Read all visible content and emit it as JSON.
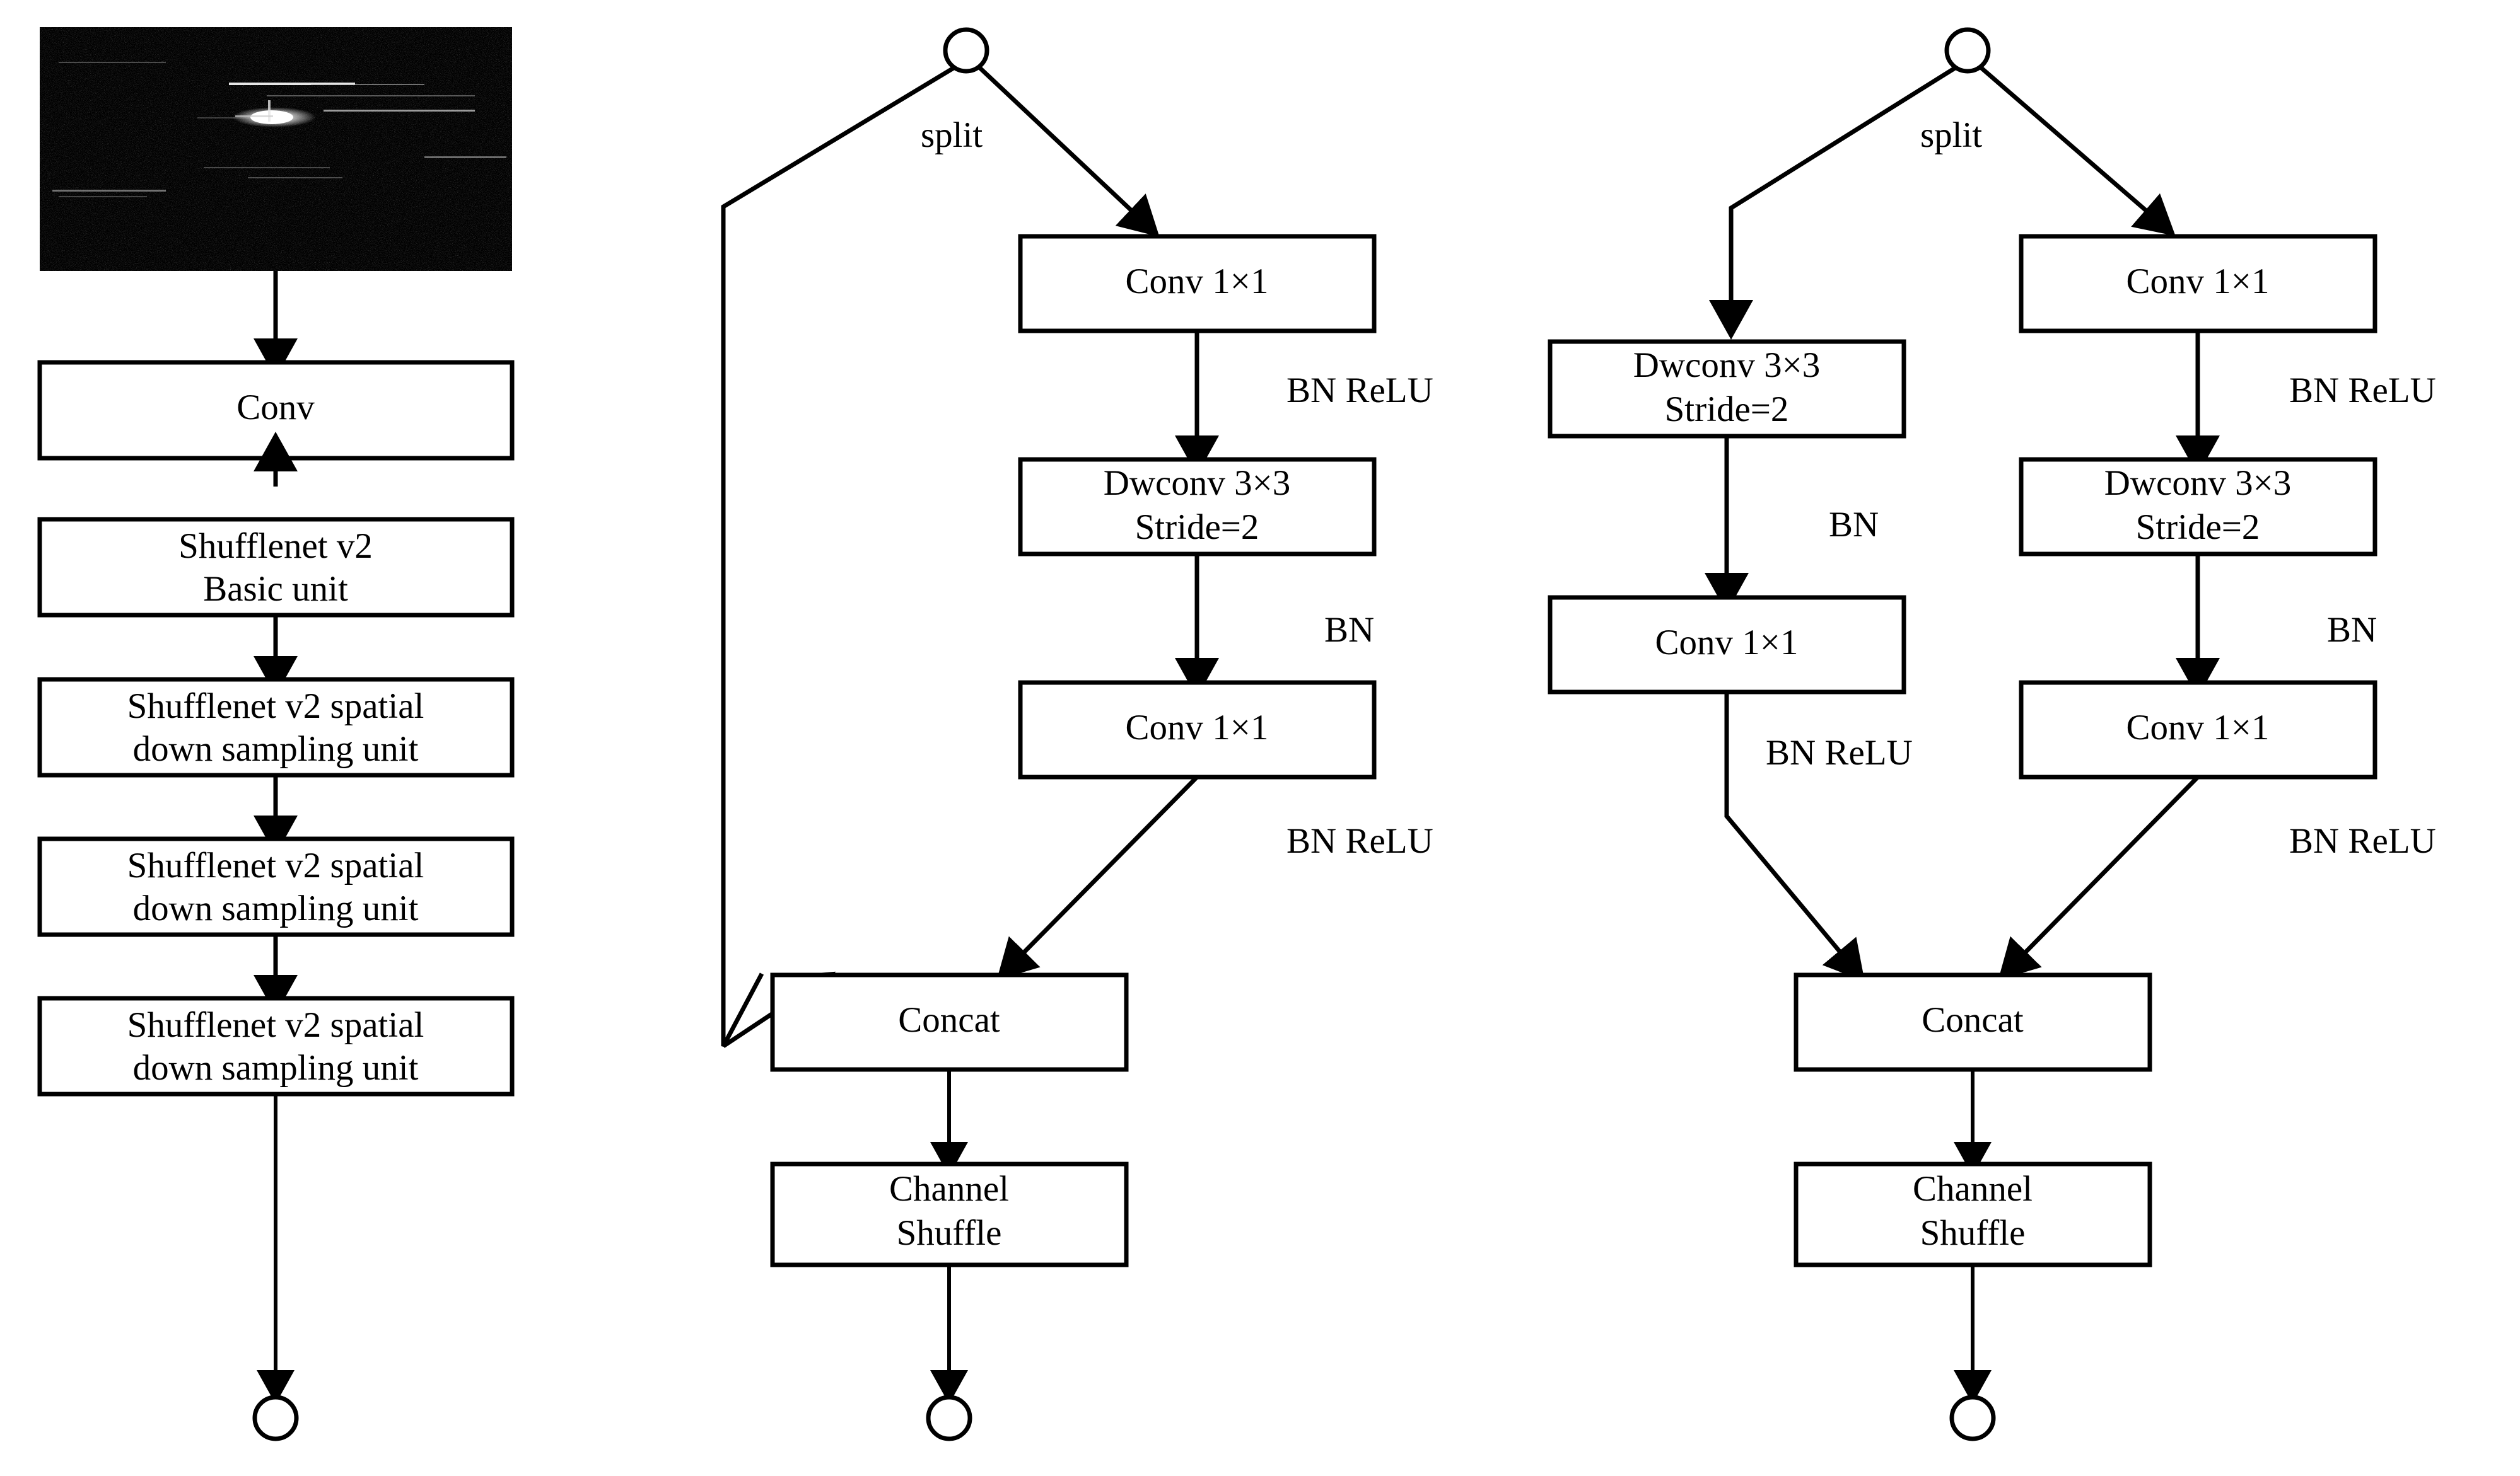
{
  "diagram": {
    "title": "ShuffleNet v2 backbone and unit structure diagram",
    "colors": {
      "stroke": "#000000",
      "fill": "#ffffff",
      "text": "#000000"
    },
    "columns": [
      {
        "id": "backbone",
        "name": "network-backbone-column",
        "input_image_alt": "SAR grayscale speckle image with bright target",
        "nodes": [
          {
            "id": "conv",
            "label": "Conv",
            "lines": [
              "Conv"
            ]
          },
          {
            "id": "basic",
            "label": "Shufflenet v2 Basic unit",
            "lines": [
              "Shufflenet v2",
              "Basic unit"
            ]
          },
          {
            "id": "down1",
            "label": "Shufflenet v2 spatial down sampling unit",
            "lines": [
              "Shufflenet v2 spatial",
              "down sampling unit"
            ]
          },
          {
            "id": "down2",
            "label": "Shufflenet v2 spatial down sampling unit",
            "lines": [
              "Shufflenet v2 spatial",
              "down sampling unit"
            ]
          },
          {
            "id": "down3",
            "label": "Shufflenet v2 spatial down sampling unit",
            "lines": [
              "Shufflenet v2 spatial",
              "down sampling unit"
            ]
          }
        ],
        "terminal": "output-node-circle"
      },
      {
        "id": "basic-unit",
        "name": "shufflenet-v2-basic-unit-column",
        "split_label": "split",
        "nodes": [
          {
            "id": "m-conv1",
            "lines": [
              "Conv 1×1"
            ]
          },
          {
            "id": "m-dw",
            "lines": [
              "Dwconv 3×3",
              "Stride=2"
            ]
          },
          {
            "id": "m-conv2",
            "lines": [
              "Conv 1×1"
            ]
          },
          {
            "id": "m-concat",
            "lines": [
              "Concat"
            ]
          },
          {
            "id": "m-shuffle",
            "lines": [
              "Channel",
              "Shuffle"
            ]
          }
        ],
        "edge_labels": [
          {
            "id": "m-e1",
            "text": "BN ReLU"
          },
          {
            "id": "m-e2",
            "text": "BN"
          },
          {
            "id": "m-e3",
            "text": "BN ReLU"
          }
        ]
      },
      {
        "id": "down-unit",
        "name": "shufflenet-v2-spatial-down-sampling-unit-column",
        "split_label": "split",
        "left_branch": [
          {
            "id": "r-dw-l",
            "lines": [
              "Dwconv 3×3",
              "Stride=2"
            ]
          },
          {
            "id": "r-conv-l",
            "lines": [
              "Conv 1×1"
            ]
          }
        ],
        "right_branch": [
          {
            "id": "r-conv1-r",
            "lines": [
              "Conv 1×1"
            ]
          },
          {
            "id": "r-dw-r",
            "lines": [
              "Dwconv 3×3",
              "Stride=2"
            ]
          },
          {
            "id": "r-conv2-r",
            "lines": [
              "Conv 1×1"
            ]
          }
        ],
        "merge": [
          {
            "id": "r-concat",
            "lines": [
              "Concat"
            ]
          },
          {
            "id": "r-shuffle",
            "lines": [
              "Channel",
              "Shuffle"
            ]
          }
        ],
        "edge_labels": [
          {
            "id": "r-el1",
            "text": "BN"
          },
          {
            "id": "r-el2",
            "text": "BN ReLU"
          },
          {
            "id": "r-er1",
            "text": "BN ReLU"
          },
          {
            "id": "r-er2",
            "text": "BN"
          },
          {
            "id": "r-er3",
            "text": "BN ReLU"
          }
        ]
      }
    ]
  }
}
